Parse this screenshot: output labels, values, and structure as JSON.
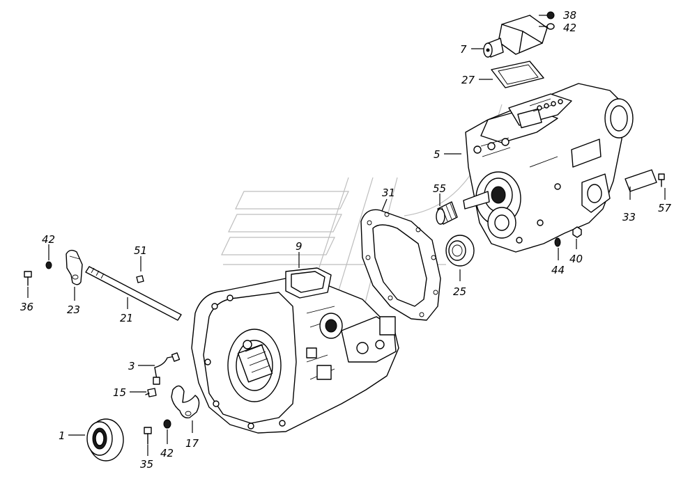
{
  "callouts": [
    {
      "id": "c1",
      "label": "1"
    },
    {
      "id": "c3",
      "label": "3"
    },
    {
      "id": "c5",
      "label": "5"
    },
    {
      "id": "c7",
      "label": "7"
    },
    {
      "id": "c9",
      "label": "9"
    },
    {
      "id": "c15",
      "label": "15"
    },
    {
      "id": "c17",
      "label": "17"
    },
    {
      "id": "c21",
      "label": "21"
    },
    {
      "id": "c23",
      "label": "23"
    },
    {
      "id": "c25",
      "label": "25"
    },
    {
      "id": "c27",
      "label": "27"
    },
    {
      "id": "c31",
      "label": "31"
    },
    {
      "id": "c33",
      "label": "33"
    },
    {
      "id": "c35",
      "label": "35"
    },
    {
      "id": "c36",
      "label": "36"
    },
    {
      "id": "c38",
      "label": "38"
    },
    {
      "id": "c40",
      "label": "40"
    },
    {
      "id": "c42a",
      "label": "42"
    },
    {
      "id": "c42b",
      "label": "42"
    },
    {
      "id": "c42c",
      "label": "42"
    },
    {
      "id": "c44",
      "label": "44"
    },
    {
      "id": "c51",
      "label": "51"
    },
    {
      "id": "c55",
      "label": "55"
    },
    {
      "id": "c57",
      "label": "57"
    }
  ]
}
